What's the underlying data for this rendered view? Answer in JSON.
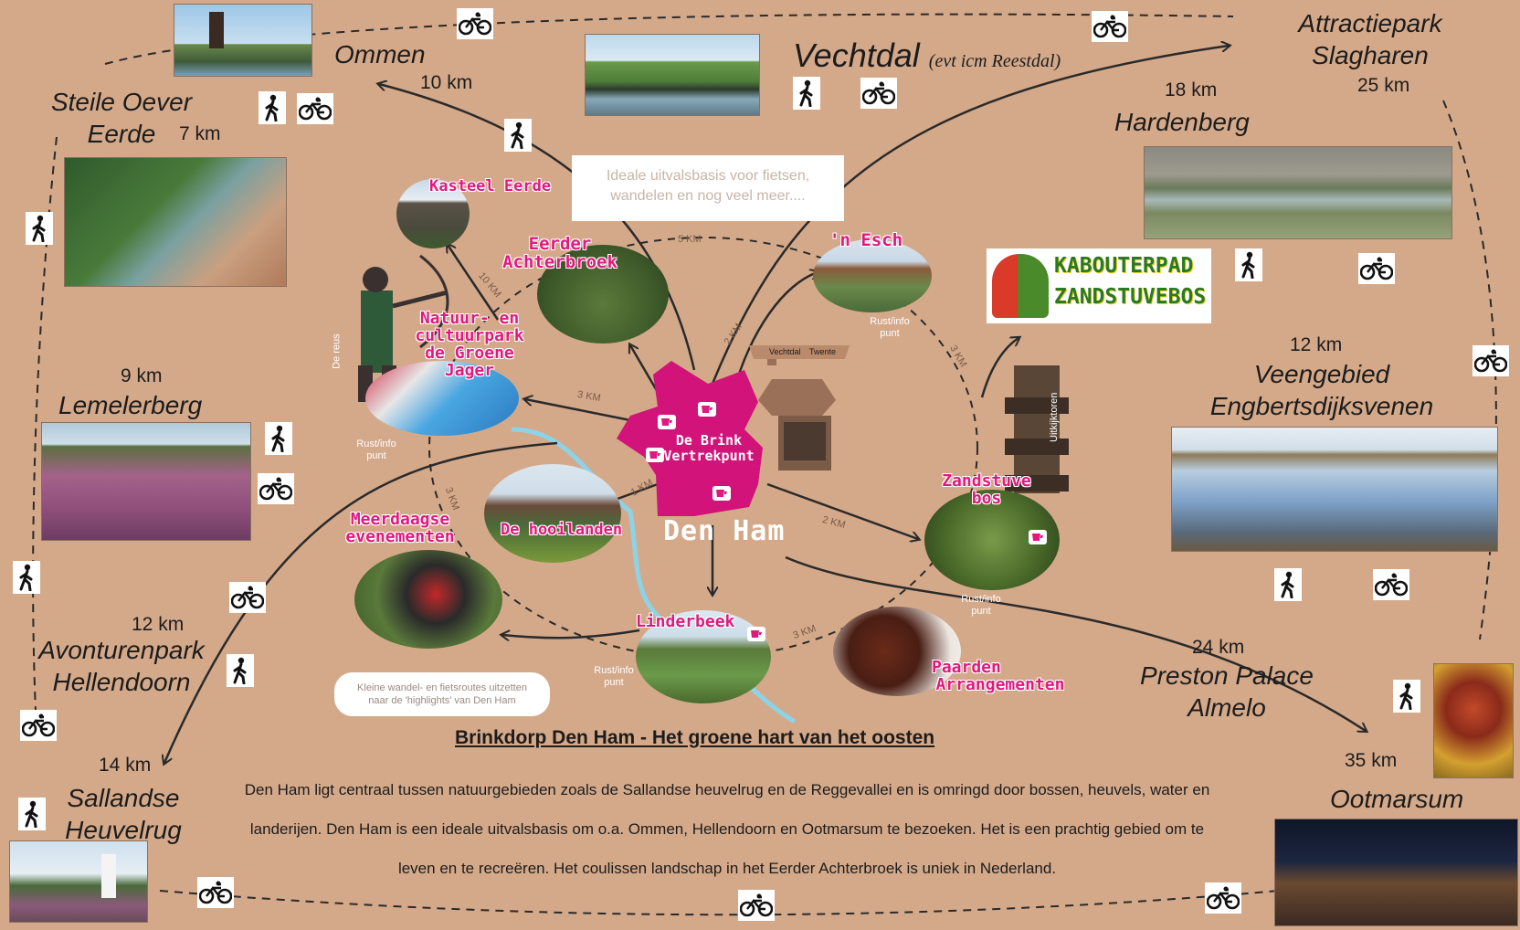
{
  "destinations": {
    "ommen": {
      "name": "Ommen",
      "km": "10 km"
    },
    "vechtdal": {
      "name": "Vechtdal",
      "note": "(evt icm Reestdal)"
    },
    "slagharen": {
      "line1": "Attractiepark",
      "line2": "Slagharen",
      "km": "25 km"
    },
    "hardenberg": {
      "name": "Hardenberg",
      "km": "18 km"
    },
    "eerde": {
      "line1": "Steile Oever",
      "line2": "Eerde",
      "km": "7 km"
    },
    "lemelerberg": {
      "name": "Lemelerberg",
      "km": "9 km"
    },
    "veengebied": {
      "line1": "Veengebied",
      "line2": "Engbertsdijksvenen",
      "km": "12 km"
    },
    "hellendoorn": {
      "line1": "Avonturenpark",
      "line2": "Hellendoorn",
      "km": "12 km"
    },
    "sallandse": {
      "line1": "Sallandse",
      "line2": "Heuvelrug",
      "km": "14 km"
    },
    "preston": {
      "line1": "Preston Palace",
      "line2": "Almelo",
      "km": "24 km"
    },
    "ootmarsum": {
      "name": "Ootmarsum",
      "km": "35 km"
    }
  },
  "local": {
    "kasteel": "Kasteel Eerde",
    "achterbroek": {
      "line1": "Eerder",
      "line2": "Achterbroek"
    },
    "esch": "'n Esch",
    "jager": {
      "line1": "Natuur- en",
      "line2": "cultuurpark",
      "line3": "de Groene Jager"
    },
    "zandstuve": {
      "line1": "Zandstuve",
      "line2": "bos"
    },
    "hooilanden": "De hooilanden",
    "meerdaagse": {
      "line1": "Meerdaagse",
      "line2": "evenementen"
    },
    "linderbeek": "Linderbeek",
    "paarden": {
      "line1": "Paarden",
      "line2": "Arrangementen"
    },
    "brink": {
      "line1": "De Brink",
      "line2": "Vertrekpunt"
    },
    "denham": "Den Ham",
    "kabouter": {
      "line1": "KABOUTERPAD",
      "line2": "ZANDSTUVEBOS"
    }
  },
  "small_labels": {
    "rust1": {
      "line1": "Rust/info",
      "line2": "punt"
    },
    "rust2": {
      "line1": "Rust/info",
      "line2": "punt"
    },
    "rust3": {
      "line1": "Rust/info",
      "line2": "punt"
    },
    "rust4": {
      "line1": "Rust/info",
      "line2": "punt"
    },
    "dereus": "De reus",
    "uitkijktoren": "Uitkijktoren",
    "signpost": {
      "left": "Vechtdal",
      "right": "Twente"
    }
  },
  "route_km": {
    "r5": "5 KM",
    "r10": "10 KM",
    "r2a": "2 KM",
    "r3a": "3 KM",
    "r3b": "3 KM",
    "r1": "1 KM",
    "r3c": "3 KM",
    "r2b": "2 KM",
    "r3d": "3 KM"
  },
  "callouts": {
    "top": {
      "line1": "Ideale uitvalsbasis voor fietsen,",
      "line2": "wandelen en nog veel meer...."
    },
    "bottom": {
      "line1": "Kleine wandel- en fietsroutes uitzetten",
      "line2": "naar de 'highlights' van Den Ham"
    }
  },
  "title": "Brinkdorp Den Ham - Het groene hart van het oosten",
  "paragraph": {
    "line1": "Den Ham ligt centraal tussen natuurgebieden zoals de Sallandse heuvelrug en de Reggevallei en is omringd door bossen, heuvels, water en",
    "line2": "landerijen. Den Ham is een ideale uitvalsbasis om o.a. Ommen, Hellendoorn en Ootmarsum te bezoeken. Het is een prachtig gebied om te",
    "line3": "leven en te recreëren. Het coulissen landschap in het Eerder Achterbroek is uniek in Nederland."
  },
  "colors": {
    "background": "#d4a98a",
    "accent_pink": "#e0197e",
    "river": "#8dd3e8",
    "text": "#1c1c1c"
  },
  "icons": [
    "walking-icon",
    "bicycle-icon",
    "cafe-icon",
    "windmill-photo",
    "signpost-icon"
  ]
}
